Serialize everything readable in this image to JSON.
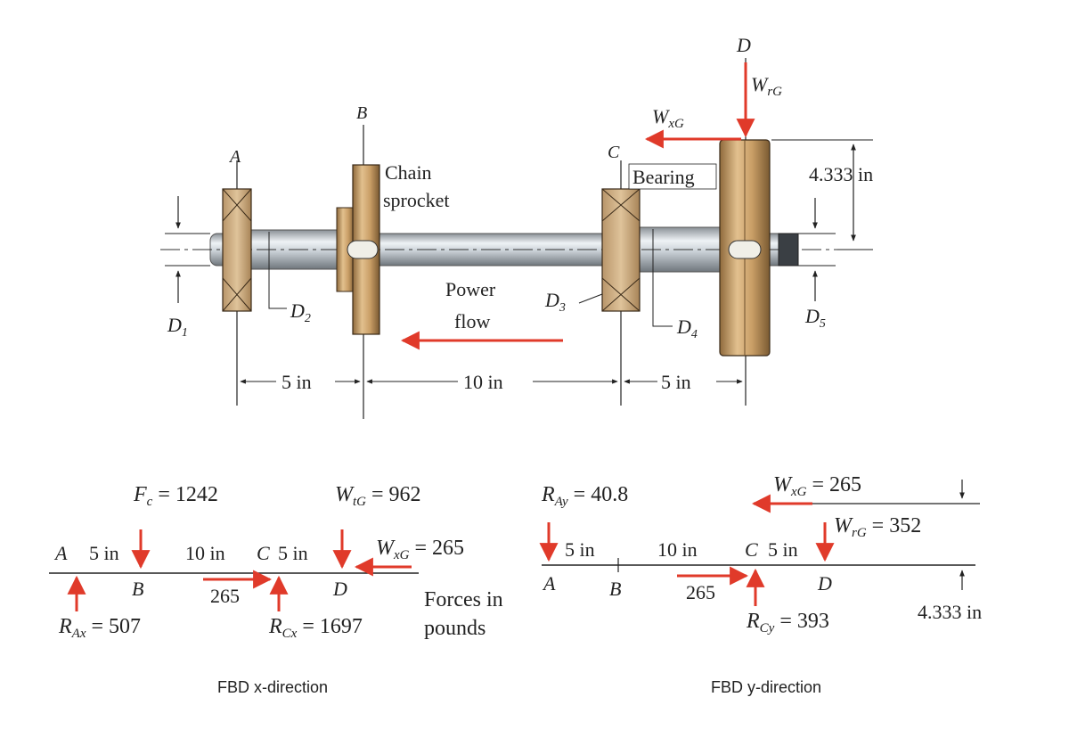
{
  "top": {
    "points": {
      "A": "A",
      "B": "B",
      "C": "C",
      "D": "D"
    },
    "labels": {
      "chain1": "Chain",
      "chain2": "sprocket",
      "bearing": "Bearing",
      "power1": "Power",
      "power2": "flow",
      "d1": "D",
      "d1sub": "1",
      "d2": "D",
      "d2sub": "2",
      "d3": "D",
      "d3sub": "3",
      "d4": "D",
      "d4sub": "4",
      "d5": "D",
      "d5sub": "5",
      "wxg": "W",
      "wxgsub": "xG",
      "wrg": "W",
      "wrgsub": "rG",
      "radius": "4.333 in"
    },
    "dims": {
      "ab": "5 in",
      "bc": "10 in",
      "cd": "5 in"
    }
  },
  "fbd_x": {
    "fc": "F",
    "fcsub": "c",
    "fcval": " = 1242",
    "wtg": "W",
    "wtgsub": "tG",
    "wtgval": " = 962",
    "wxg": "W",
    "wxgsub": "xG",
    "wxgval": " = 265",
    "a": "A",
    "b": "B",
    "c": "C",
    "d": "D",
    "s1": "5 in",
    "s2": "10 in",
    "s3": "5 in",
    "moment": "265",
    "rax": "R",
    "raxsub": "Ax",
    "raxval": " = 507",
    "rcx": "R",
    "rcxsub": "Cx",
    "rcxval": " = 1697",
    "forces1": "Forces in",
    "forces2": "pounds",
    "caption": "FBD x-direction"
  },
  "fbd_y": {
    "ray": "R",
    "raysub": "Ay",
    "rayval": " = 40.8",
    "wxg": "W",
    "wxgsub": "xG",
    "wxgval": " = 265",
    "wrg": "W",
    "wrgsub": "rG",
    "wrgval": " = 352",
    "a": "A",
    "b": "B",
    "c": "C",
    "d": "D",
    "s1": "5 in",
    "s2": "10 in",
    "s3": "5 in",
    "moment": "265",
    "rcy": "R",
    "rcysub": "Cy",
    "rcyval": " = 393",
    "radius": "4.333 in",
    "caption": "FBD y-direction"
  }
}
